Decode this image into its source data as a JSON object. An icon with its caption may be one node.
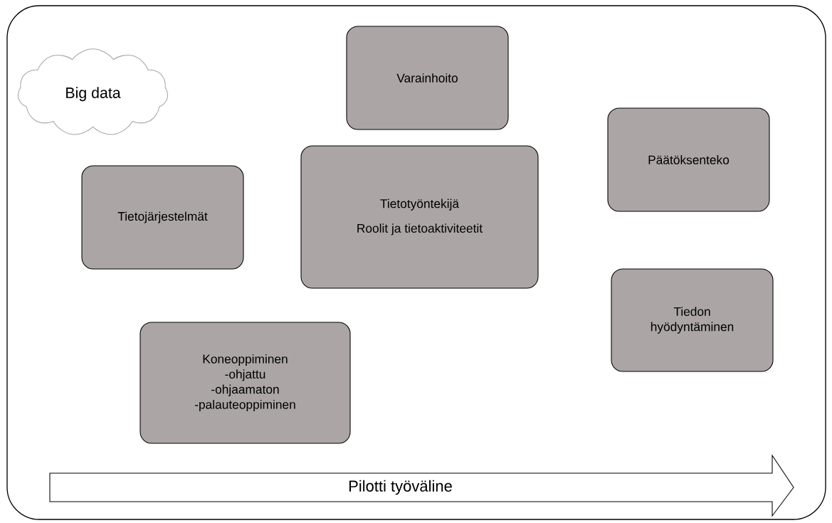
{
  "diagram": {
    "nodes": [
      {
        "text": [],
        "shape": "box"
      },
      {
        "text": [
          "Big data"
        ],
        "in": 0
      },
      {
        "text": [
          "Varainhoito"
        ],
        "in": 0
      },
      {
        "text": [
          "Päätöksenteko"
        ],
        "in": 0
      },
      {
        "text": [
          "Tietojärjestelmät"
        ],
        "in": 0
      },
      {
        "text": [
          "Tietotyöntekijä",
          "Roolit ja tietoaktiviteetit"
        ],
        "in": 0
      },
      {
        "text": [
          "Tiedon hyödyntäminen"
        ],
        "in": 0
      },
      {
        "text": [
          "Koneoppiminen",
          "-ohjattu",
          "-ohjaamaton",
          "-palauteoppiminen"
        ],
        "in": 0
      },
      {
        "text": [
          "Pilotti työväline"
        ],
        "in": 0
      }
    ]
  }
}
